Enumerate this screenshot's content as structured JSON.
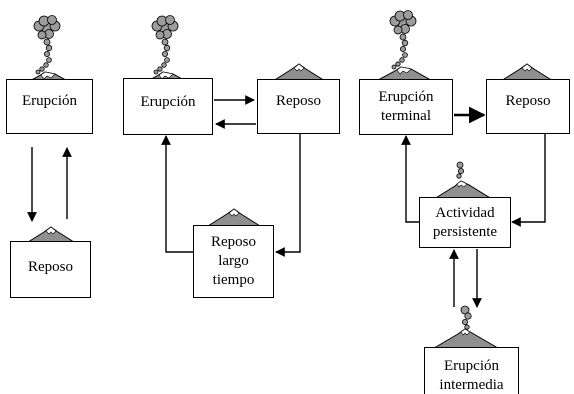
{
  "diagram": {
    "colors": {
      "mountain": "#8f8f8f",
      "snow": "#ffffff",
      "plume": "#9c9c9c",
      "stroke": "#000000"
    },
    "scenarios": [
      {
        "states": {
          "eruption": {
            "label": "Erupción"
          },
          "rest": {
            "label": "Reposo"
          }
        }
      },
      {
        "states": {
          "eruption": {
            "label": "Erupción"
          },
          "rest": {
            "label": "Reposo"
          },
          "long_rest": {
            "label": "Reposo\nlargo\ntiempo"
          }
        }
      },
      {
        "states": {
          "terminal": {
            "label": "Erupción\nterminal"
          },
          "rest": {
            "label": "Reposo"
          },
          "persistent": {
            "label": "Actividad\npersistente"
          },
          "intermediate": {
            "label": "Erupción\nintermedia"
          }
        }
      }
    ]
  }
}
